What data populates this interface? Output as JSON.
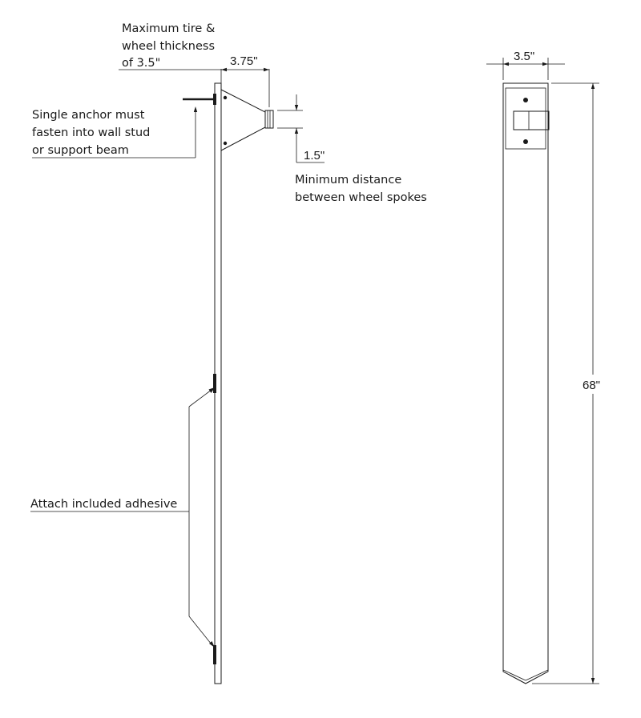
{
  "labels": {
    "tire_line1": "Maximum tire &",
    "tire_line2": "wheel thickness",
    "tire_line3": "of 3.5\"",
    "anchor_line1": "Single anchor must",
    "anchor_line2": "fasten into wall stud",
    "anchor_line3": "or support beam",
    "spokes_line1": "Minimum distance",
    "spokes_line2": "between wheel spokes",
    "adhesive": "Attach included adhesive"
  },
  "dimensions": {
    "cradle_depth": "3.75\"",
    "spoke_gap": "1.5\"",
    "width": "3.5\"",
    "height": "68\""
  },
  "colors": {
    "line": "#1a1a1a",
    "background": "#ffffff"
  }
}
